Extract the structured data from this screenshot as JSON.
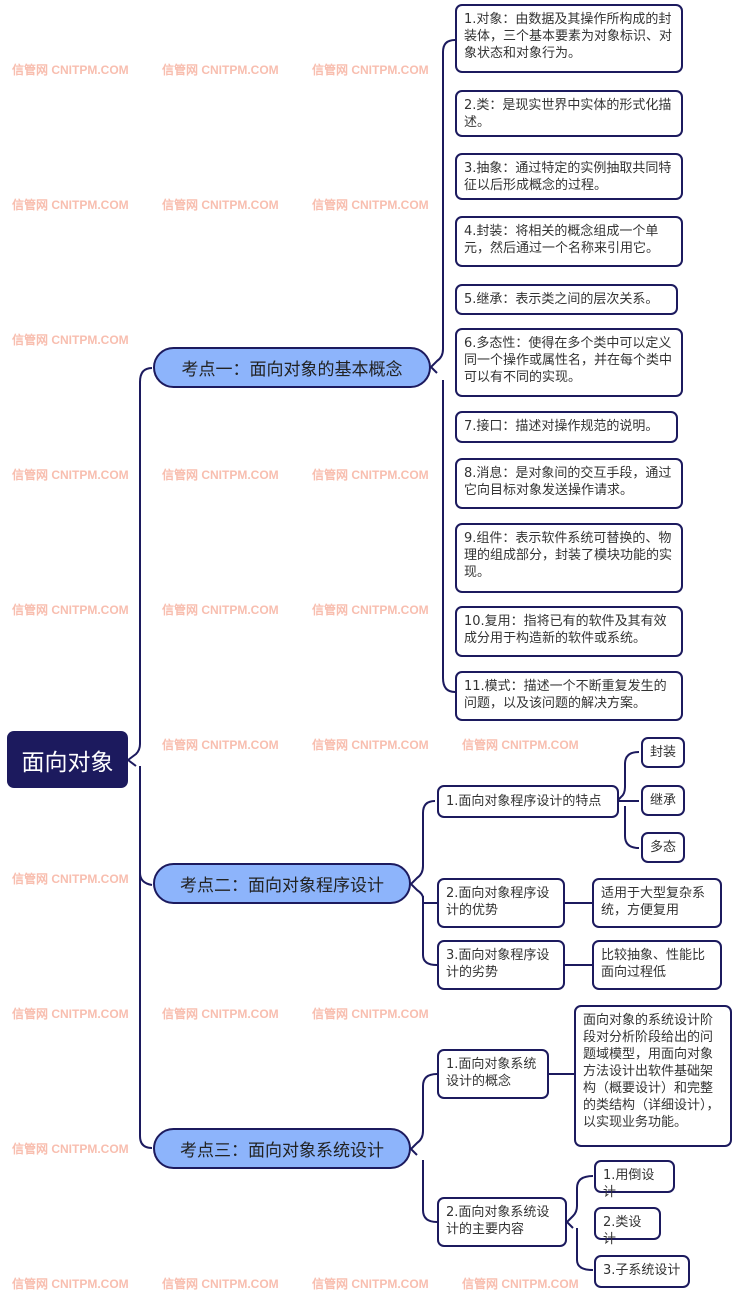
{
  "root": "面向对象",
  "watermark": "信管网 CNITPM.COM",
  "topic1": {
    "label": "考点一：面向对象的基本概念",
    "items": [
      "1.对象：由数据及其操作所构成的封装体，三个基本要素为对象标识、对象状态和对象行为。",
      "2.类：是现实世界中实体的形式化描述。",
      "3.抽象：通过特定的实例抽取共同特征以后形成概念的过程。",
      "4.封装：将相关的概念组成一个单元，然后通过一个名称来引用它。",
      "5.继承：表示类之间的层次关系。",
      "6.多态性：使得在多个类中可以定义同一个操作或属性名，并在每个类中可以有不同的实现。",
      "7.接口：描述对操作规范的说明。",
      "8.消息：是对象间的交互手段，通过它向目标对象发送操作请求。",
      "9.组件：表示软件系统可替换的、物理的组成部分，封装了模块功能的实现。",
      "10.复用：指将已有的软件及其有效成分用于构造新的软件或系统。",
      "11.模式：描述一个不断重复发生的问题，以及该问题的解决方案。"
    ]
  },
  "topic2": {
    "label": "考点二：面向对象程序设计",
    "features": {
      "label": "1.面向对象程序设计的特点",
      "items": [
        "封装",
        "继承",
        "多态"
      ]
    },
    "advantages": {
      "label": "2.面向对象程序设计的优势",
      "detail": "适用于大型复杂系统，方便复用"
    },
    "disadvantages": {
      "label": "3.面向对象程序设计的劣势",
      "detail": "比较抽象、性能比面向过程低"
    }
  },
  "topic3": {
    "label": "考点三：面向对象系统设计",
    "concept": {
      "label": "1.面向对象系统设计的概念",
      "detail": "面向对象的系统设计阶段对分析阶段给出的问题域模型，用面向对象方法设计出软件基础架构（概要设计）和完整的类结构（详细设计），以实现业务功能。"
    },
    "content": {
      "label": "2.面向对象系统设计的主要内容",
      "items": [
        "1.用倒设计",
        "2.类设计",
        "3.子系统设计"
      ]
    }
  }
}
